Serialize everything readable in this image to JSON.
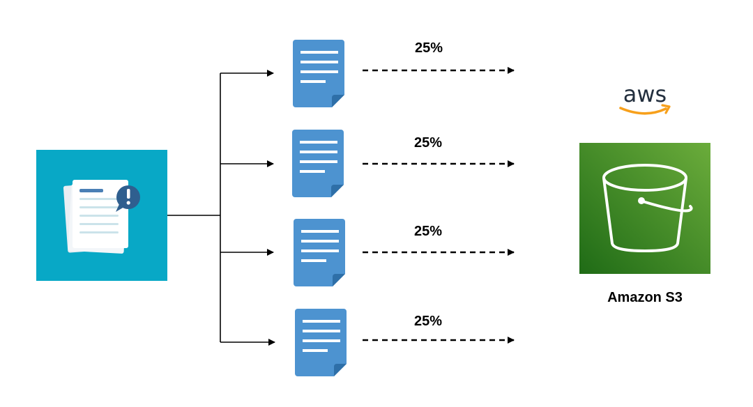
{
  "colors": {
    "source_tile": "#08a8c6",
    "doc_blue": "#4d93d0",
    "doc_fold": "#2e6fa8",
    "alert_badge": "#2f5f8f",
    "s3_gradient_top": "#6bac3b",
    "s3_gradient_bottom": "#1f6b16",
    "aws_smile": "#f7a01b",
    "aws_text": "#232f3e",
    "arrow": "#000000"
  },
  "source": {
    "icon": "document-alert-icon"
  },
  "chunks": [
    {
      "icon": "document-icon",
      "label": "25%"
    },
    {
      "icon": "document-icon",
      "label": "25%"
    },
    {
      "icon": "document-icon",
      "label": "25%"
    },
    {
      "icon": "document-icon",
      "label": "25%"
    }
  ],
  "aws_logo": {
    "text": "aws"
  },
  "destination": {
    "icon": "s3-bucket-icon",
    "label": "Amazon S3"
  }
}
